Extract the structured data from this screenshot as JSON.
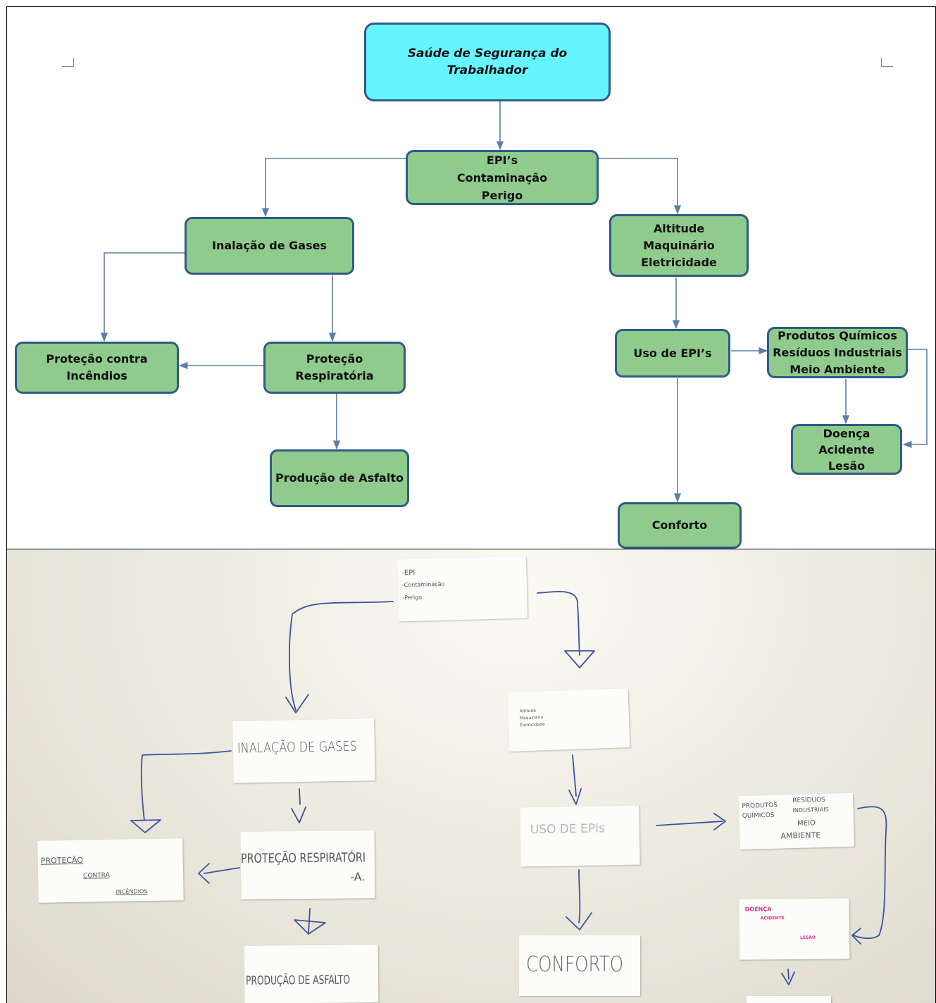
{
  "diagram": {
    "root": "Saúde de Segurança do Trabalhador",
    "hub": [
      "EPI’s",
      "Contaminação",
      "Perigo"
    ],
    "inalacao": "Inalação de Gases",
    "altitude": [
      "Altitude",
      "Maquinário",
      "Eletricidade"
    ],
    "incendios": "Proteção contra Incêndios",
    "respiratoria": "Proteção Respiratória",
    "asfalto": "Produção de Asfalto",
    "uso_epi": "Uso de EPI’s",
    "quimicos": [
      "Produtos Químicos",
      "Resíduos Industriais",
      "Meio Ambiente"
    ],
    "doenca": [
      "Doença",
      "Acidente",
      "Lesão"
    ],
    "conforto": "Conforto"
  },
  "photo": {
    "note_epi": [
      "-EPI",
      "-Contaminação",
      "-Perigo"
    ],
    "note_altitude": [
      "Altitude",
      "Maquinário",
      "Eletricidade"
    ],
    "note_inalacao": "INALAÇÃO DE GASES",
    "note_respiratoria": [
      "PROTEÇÃO RESPIRATÓRI",
      "-A."
    ],
    "note_incendios": [
      "PROTEÇÃO",
      "CONTRA",
      "INCÊNDIOS"
    ],
    "note_asfalto": "PRODUÇÃO DE ASFALTO",
    "note_uso_epi": "USO DE EPIs",
    "note_conforto": "CONFORTO",
    "note_quimicos": [
      "PRODUTOS",
      "RESÍDUOS",
      "QUÍMICOS",
      "INDUSTRIAIS",
      "MEIO",
      "AMBIENTE"
    ],
    "note_doenca": [
      "DOENÇA",
      "ACIDENTE",
      "LESÃO"
    ],
    "marker_color": "#3d52a0",
    "pink_color": "#d8328c"
  },
  "colors": {
    "root_fill": "#66f5ff",
    "box_fill": "#8fcb8c",
    "box_border": "#2f5b86",
    "arrow": "#5b7fa8"
  }
}
